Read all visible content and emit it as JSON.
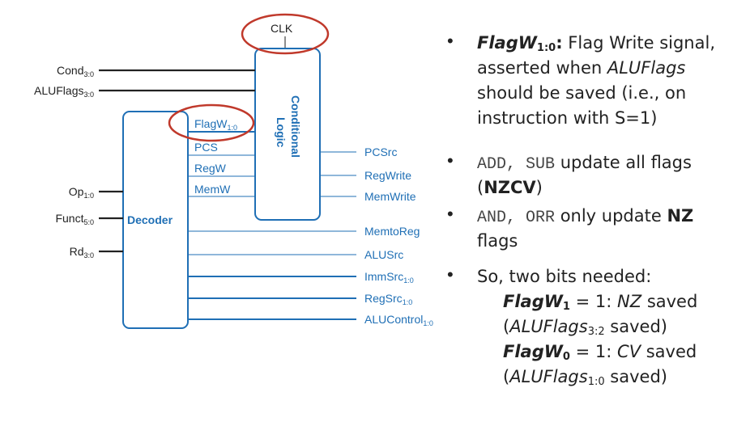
{
  "diagram": {
    "clk": "CLK",
    "decoder_label": "Decoder",
    "cond_logic_label": [
      "Conditional",
      "Logic"
    ],
    "inputs": [
      {
        "id": "cond",
        "name": "Cond",
        "sub": "3:0"
      },
      {
        "id": "aluflags",
        "name": "ALUFlags",
        "sub": "3:0"
      },
      {
        "id": "op",
        "name": "Op",
        "sub": "1:0"
      },
      {
        "id": "funct",
        "name": "Funct",
        "sub": "5:0"
      },
      {
        "id": "rd",
        "name": "Rd",
        "sub": "3:0"
      }
    ],
    "internal": [
      {
        "id": "flagw",
        "name": "FlagW",
        "sub": "1:0"
      },
      {
        "id": "pcs",
        "name": "PCS",
        "sub": ""
      },
      {
        "id": "regw",
        "name": "RegW",
        "sub": ""
      },
      {
        "id": "memw",
        "name": "MemW",
        "sub": ""
      }
    ],
    "outputs": [
      {
        "id": "pcsrc",
        "name": "PCSrc",
        "sub": ""
      },
      {
        "id": "regwrite",
        "name": "RegWrite",
        "sub": ""
      },
      {
        "id": "memwrite",
        "name": "MemWrite",
        "sub": ""
      },
      {
        "id": "memtoreg",
        "name": "MemtoReg",
        "sub": ""
      },
      {
        "id": "alusrc",
        "name": "ALUSrc",
        "sub": ""
      },
      {
        "id": "immsrc",
        "name": "ImmSrc",
        "sub": "1:0"
      },
      {
        "id": "regsrc",
        "name": "RegSrc",
        "sub": "1:0"
      },
      {
        "id": "alucontrol",
        "name": "ALUControl",
        "sub": "1:0"
      }
    ],
    "colors": {
      "wire_blue": "#1f6fb5",
      "highlight_red": "#c0392b",
      "wire_black": "#222222"
    }
  },
  "notes": {
    "b1": {
      "name": "FlagW",
      "sub": "1:0",
      "colon": ":",
      "l1": " Flag Write signal,",
      "l2a": "asserted when ",
      "l2b": "ALUFlags",
      "l3": "should be saved (i.e., on",
      "l4": "instruction with S=1)"
    },
    "b2": {
      "mono": "ADD, SUB",
      "text": " update all flags",
      "l2a": "(",
      "l2b": "NZCV",
      "l2c": ")"
    },
    "b3": {
      "mono": "AND, ORR",
      "text": " only update ",
      "bold": "NZ",
      "l2": "flags"
    },
    "b4": {
      "text": "So, two bits needed:",
      "s1a": "FlagW",
      "s1sub": "1",
      "s1b": " = 1: ",
      "s1c": "NZ",
      "s1d": " saved",
      "s2a": "(",
      "s2b": "ALUFlags",
      "s2sub": "3:2",
      "s2c": " saved)",
      "s3a": "FlagW",
      "s3sub": "0",
      "s3b": " = 1: ",
      "s3c": "CV",
      "s3d": " saved",
      "s4a": "(",
      "s4b": "ALUFlags",
      "s4sub": "1:0",
      "s4c": " saved)"
    }
  }
}
